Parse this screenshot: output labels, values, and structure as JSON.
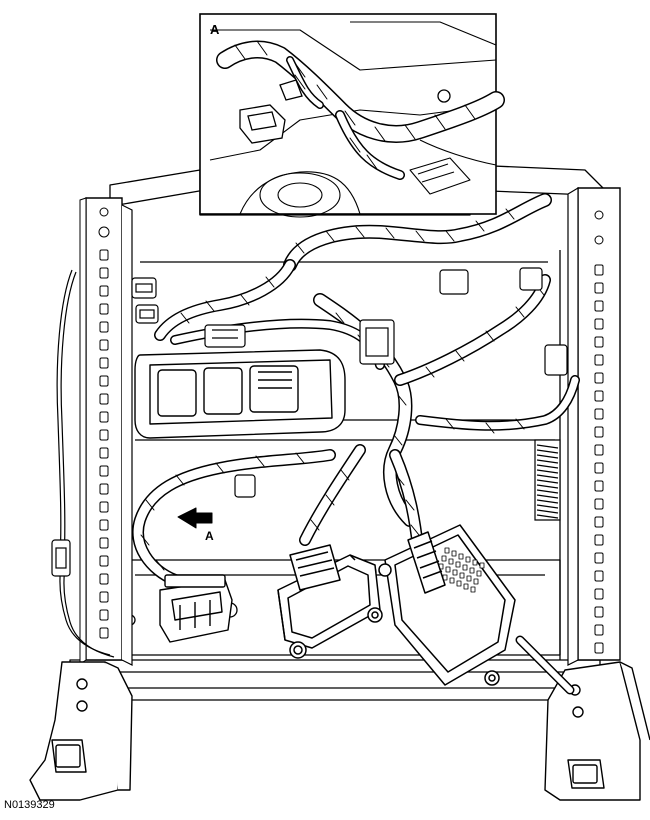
{
  "labels": {
    "inset": "A",
    "arrow": "A"
  },
  "figure_id": "N0139329",
  "colors": {
    "ink": "#000000",
    "paper": "#ffffff",
    "harness_fill": "#ffffff"
  }
}
